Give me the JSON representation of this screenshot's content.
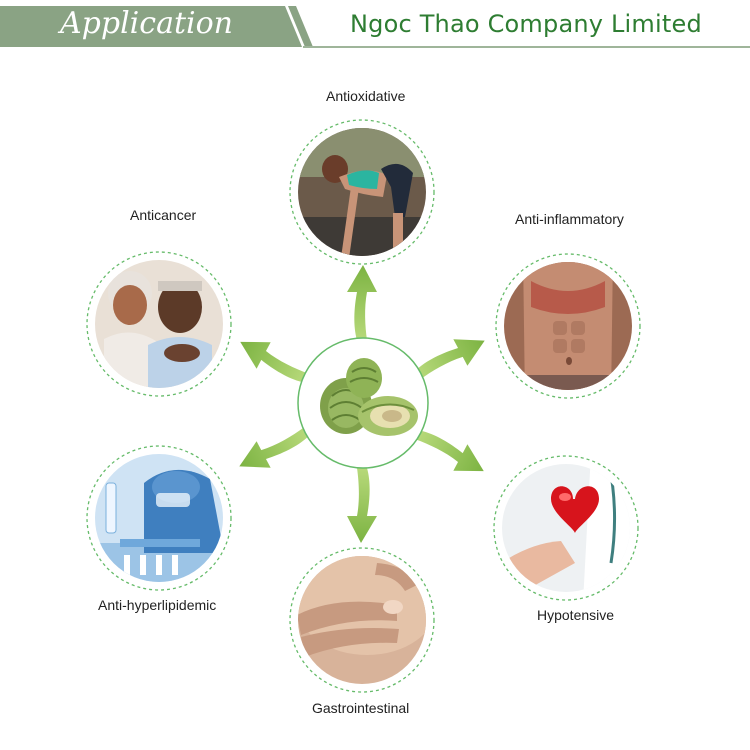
{
  "header": {
    "title": "Application",
    "company": "Ngoc Thao Company Limited"
  },
  "center": {
    "image": "artichoke"
  },
  "applications": [
    {
      "label": "Antioxidative",
      "image": "woman stretching outdoors"
    },
    {
      "label": "Anti-inflammatory",
      "image": "athletic abdomen"
    },
    {
      "label": "Hypotensive",
      "image": "hand holding red heart"
    },
    {
      "label": "Gastrointestinal",
      "image": "hands on stomach"
    },
    {
      "label": "Anti-hyperlipidemic",
      "image": "laboratory researcher"
    },
    {
      "label": "Anticancer",
      "image": "smiling elderly couple"
    }
  ],
  "colors": {
    "header_band": "#8aa384",
    "accent_green": "#7cb342",
    "dashed_border": "#66bb6a",
    "company_text": "#2e7d32"
  }
}
